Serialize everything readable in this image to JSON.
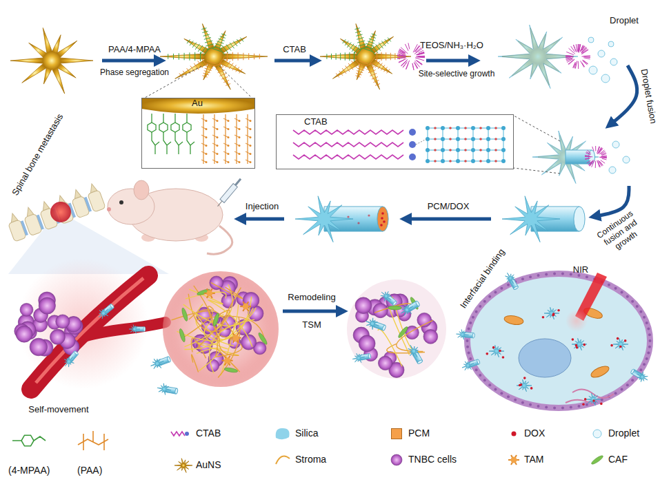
{
  "diagram": {
    "nodes": [
      {
        "text": [
          "Au"
        ]
      },
      {
        "text": [
          "CTAB"
        ]
      }
    ],
    "labels": [
      "PAA/4-MPAA",
      "Phase segregation",
      "CTAB",
      "TEOS/NH₃·H₂O",
      "Site-selective growth",
      "Droplet",
      "Droplet fusion",
      "Continuous fusion and growth",
      "PCM/DOX",
      "Injection",
      "Spinal bone metastasis",
      "Interfacial binding",
      "NIR",
      "Remodeling",
      "TSM",
      "Self-movement"
    ],
    "legend": [
      {
        "text": "(4-MPAA)"
      },
      {
        "text": "(PAA)"
      },
      {
        "text": "CTAB"
      },
      {
        "text": "AuNS"
      },
      {
        "text": "Silica"
      },
      {
        "text": "Stroma"
      },
      {
        "text": "PCM",
        "color": "#f5a04a"
      },
      {
        "text": "TNBC cells"
      },
      {
        "text": "DOX"
      },
      {
        "text": "TAM"
      },
      {
        "text": "Droplet"
      },
      {
        "text": "CAF"
      }
    ]
  }
}
